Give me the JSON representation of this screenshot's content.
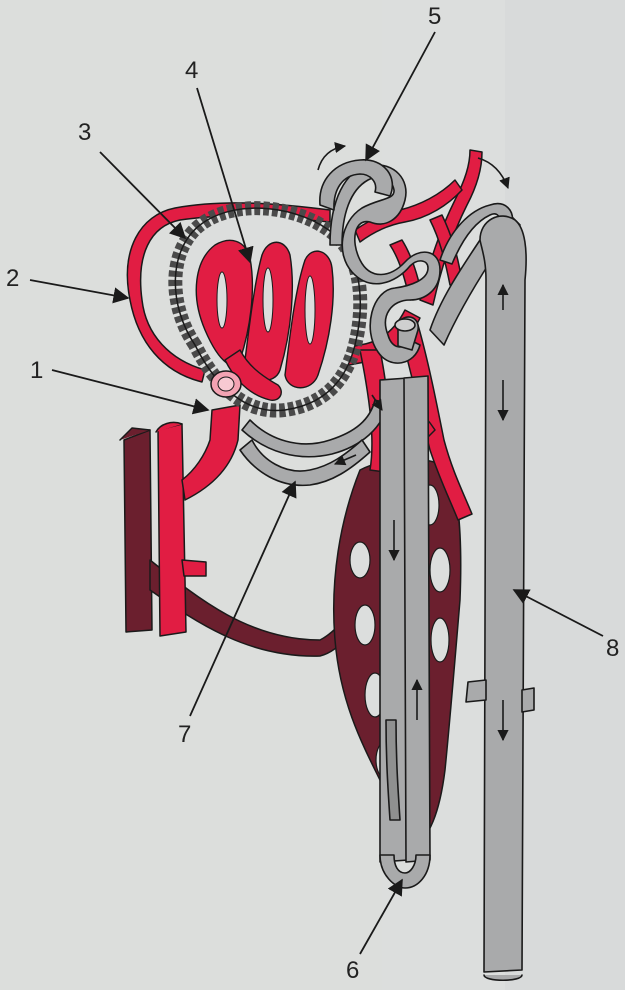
{
  "labels": {
    "l1": "1",
    "l2": "2",
    "l3": "3",
    "l4": "4",
    "l5": "5",
    "l6": "6",
    "l7": "7",
    "l8": "8"
  },
  "colors": {
    "background": "#dcdedd",
    "arterial": "#e11d43",
    "venous": "#6b1f2e",
    "tubule": "#a9aaab",
    "outline": "#1a1a1a",
    "capsule_dark": "#4a4a4a"
  }
}
